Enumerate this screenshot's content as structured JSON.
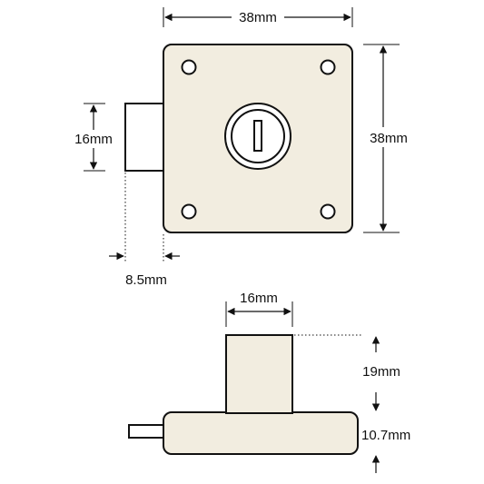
{
  "dimensions": {
    "plate_width": "38mm",
    "plate_height": "38mm",
    "bolt_height": "16mm",
    "bolt_offset": "8.5mm",
    "cylinder_width": "16mm",
    "cylinder_height": "19mm",
    "body_thickness": "10.7mm"
  },
  "colors": {
    "line": "#111111",
    "fill": "#f2ede0",
    "background": "#ffffff"
  }
}
